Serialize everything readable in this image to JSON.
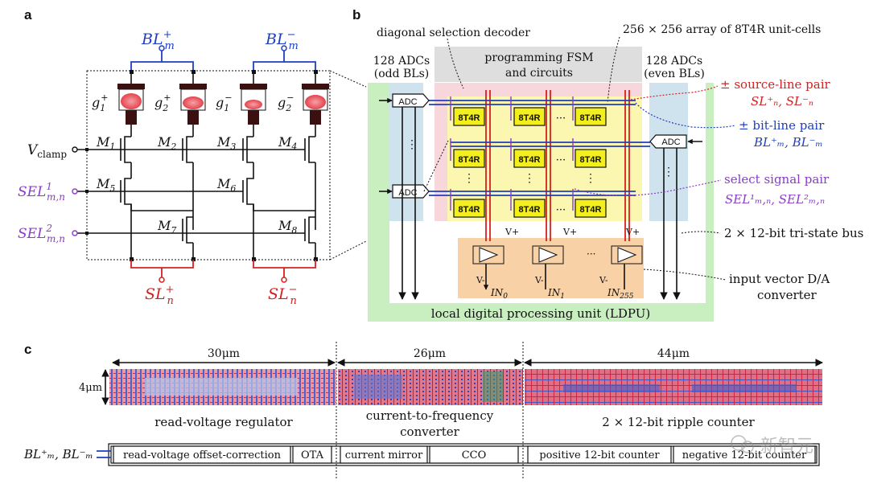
{
  "panels": {
    "a": "a",
    "b": "b",
    "c": "c"
  },
  "panel_a": {
    "bl_plus": [
      "BL",
      "+",
      "m"
    ],
    "bl_minus": [
      "BL",
      "−",
      "m"
    ],
    "g1p": [
      "g",
      "1",
      "+"
    ],
    "g2p": [
      "g",
      "2",
      "+"
    ],
    "g1m": [
      "g",
      "1",
      "−"
    ],
    "g2m": [
      "g",
      "2",
      "−"
    ],
    "vclamp": [
      "V",
      "clamp"
    ],
    "sel1": [
      "SEL",
      "1",
      "m,n"
    ],
    "sel2": [
      "SEL",
      "2",
      "m,n"
    ],
    "m1": [
      "M",
      "1"
    ],
    "m2": [
      "M",
      "2"
    ],
    "m3": [
      "M",
      "3"
    ],
    "m4": [
      "M",
      "4"
    ],
    "m5": [
      "M",
      "5"
    ],
    "m6": [
      "M",
      "6"
    ],
    "m7": [
      "M",
      "7"
    ],
    "m8": [
      "M",
      "8"
    ],
    "sl_plus": [
      "SL",
      "+",
      "n"
    ],
    "sl_minus": [
      "SL",
      "−",
      "n"
    ]
  },
  "panel_b": {
    "decoder_label": "diagonal selection decoder",
    "array_label": "256 × 256 array of 8T4R unit-cells",
    "adc_odd_1": "128 ADCs",
    "adc_odd_2": "(odd BLs)",
    "fsm_1": "programming FSM",
    "fsm_2": "and circuits",
    "adc_even_1": "128 ADCs",
    "adc_even_2": "(even BLs)",
    "adc": "ADC",
    "cell": "8T4R",
    "ellipsis_h": "···",
    "ellipsis_v": "⋮",
    "src_pair": "± source-line pair",
    "src_pair_sym": "SL⁺ₙ, SL⁻ₙ",
    "bit_pair": "± bit-line pair",
    "bit_pair_sym": "BL⁺ₘ, BL⁻ₘ",
    "sel_pair": "select signal pair",
    "sel_pair_sym": "SEL¹ₘ,ₙ, SEL²ₘ,ₙ",
    "bus": "2 × 12-bit tri-state bus",
    "dac_1": "input vector D/A",
    "dac_2": "converter",
    "vplus": "V+",
    "vminus": "V-",
    "in0": [
      "IN",
      "0"
    ],
    "in1": [
      "IN",
      "1"
    ],
    "in255": [
      "IN",
      "255"
    ],
    "ldpu": "local digital processing unit (LDPU)"
  },
  "panel_c": {
    "dim1": "30μm",
    "dim2": "26μm",
    "dim3": "44μm",
    "height": "4μm",
    "sec1": "read-voltage regulator",
    "sec2_1": "current-to-frequency",
    "sec2_2": "converter",
    "sec3": "2 × 12-bit ripple counter",
    "bl_in": "BL⁺ₘ, BL⁻ₘ",
    "blk_offset": "read-voltage offset-correction",
    "blk_ota": "OTA",
    "blk_mirror": "current mirror",
    "blk_cco": "CCO",
    "blk_pos": "positive 12-bit counter",
    "blk_neg": "negative 12-bit counter",
    "watermark": "新智元"
  },
  "colors": {
    "blue": "#1f3fbf",
    "red": "#d62020",
    "purple": "#8a3bc9",
    "cell_yellow": "#f3ef1c",
    "ldpu_green": "#c9efc0",
    "adc_blue": "#cfe3ee",
    "dac_orange": "#f8d2a6",
    "fsm_grey": "#dedede",
    "decoder_pink": "#f7d6dc"
  }
}
